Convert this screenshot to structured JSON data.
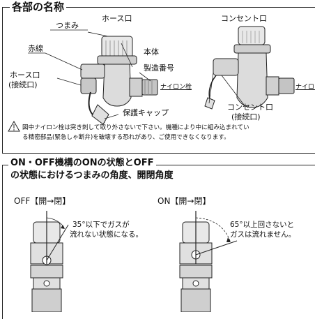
{
  "section1": {
    "title": "各部の名称",
    "hose_port_header": "ホース口",
    "outlet_port_header": "コンセント口",
    "labels": {
      "knob": "つまみ",
      "red_line": "赤線",
      "body": "本体",
      "hose_port_connection_line1": "ホース口",
      "hose_port_connection_line2": "(接続口)",
      "serial_number": "製造番号",
      "nylon_plug": "ナイロン栓",
      "nylon_plug_right": "ナイロン栓",
      "protective_cap": "保護キャップ",
      "outlet_connection_line1": "コンセント口",
      "outlet_connection_line2": "(接続口)"
    },
    "warning_line1": "図中ナイロン栓は突き刺して取り外さないで下さい。機種により中に組み込まれてい",
    "warning_line2": "る精密部品(緊急しゃ断弁)を破壊する恐れがあり、ご使用できなくなります。"
  },
  "section2": {
    "title_line1": "ON・OFF機構のONの状態とOFF",
    "title_line2": "の状態におけるつまみの角度、開閉角度",
    "off_label": "OFF【開→閉】",
    "on_label": "ON【開→閉】",
    "off_note_line1": "35°以下でガスが",
    "off_note_line2": "流れない状態になる。",
    "on_note_line1": "65°以上回さないと",
    "on_note_line2": "ガスは流れません。"
  }
}
